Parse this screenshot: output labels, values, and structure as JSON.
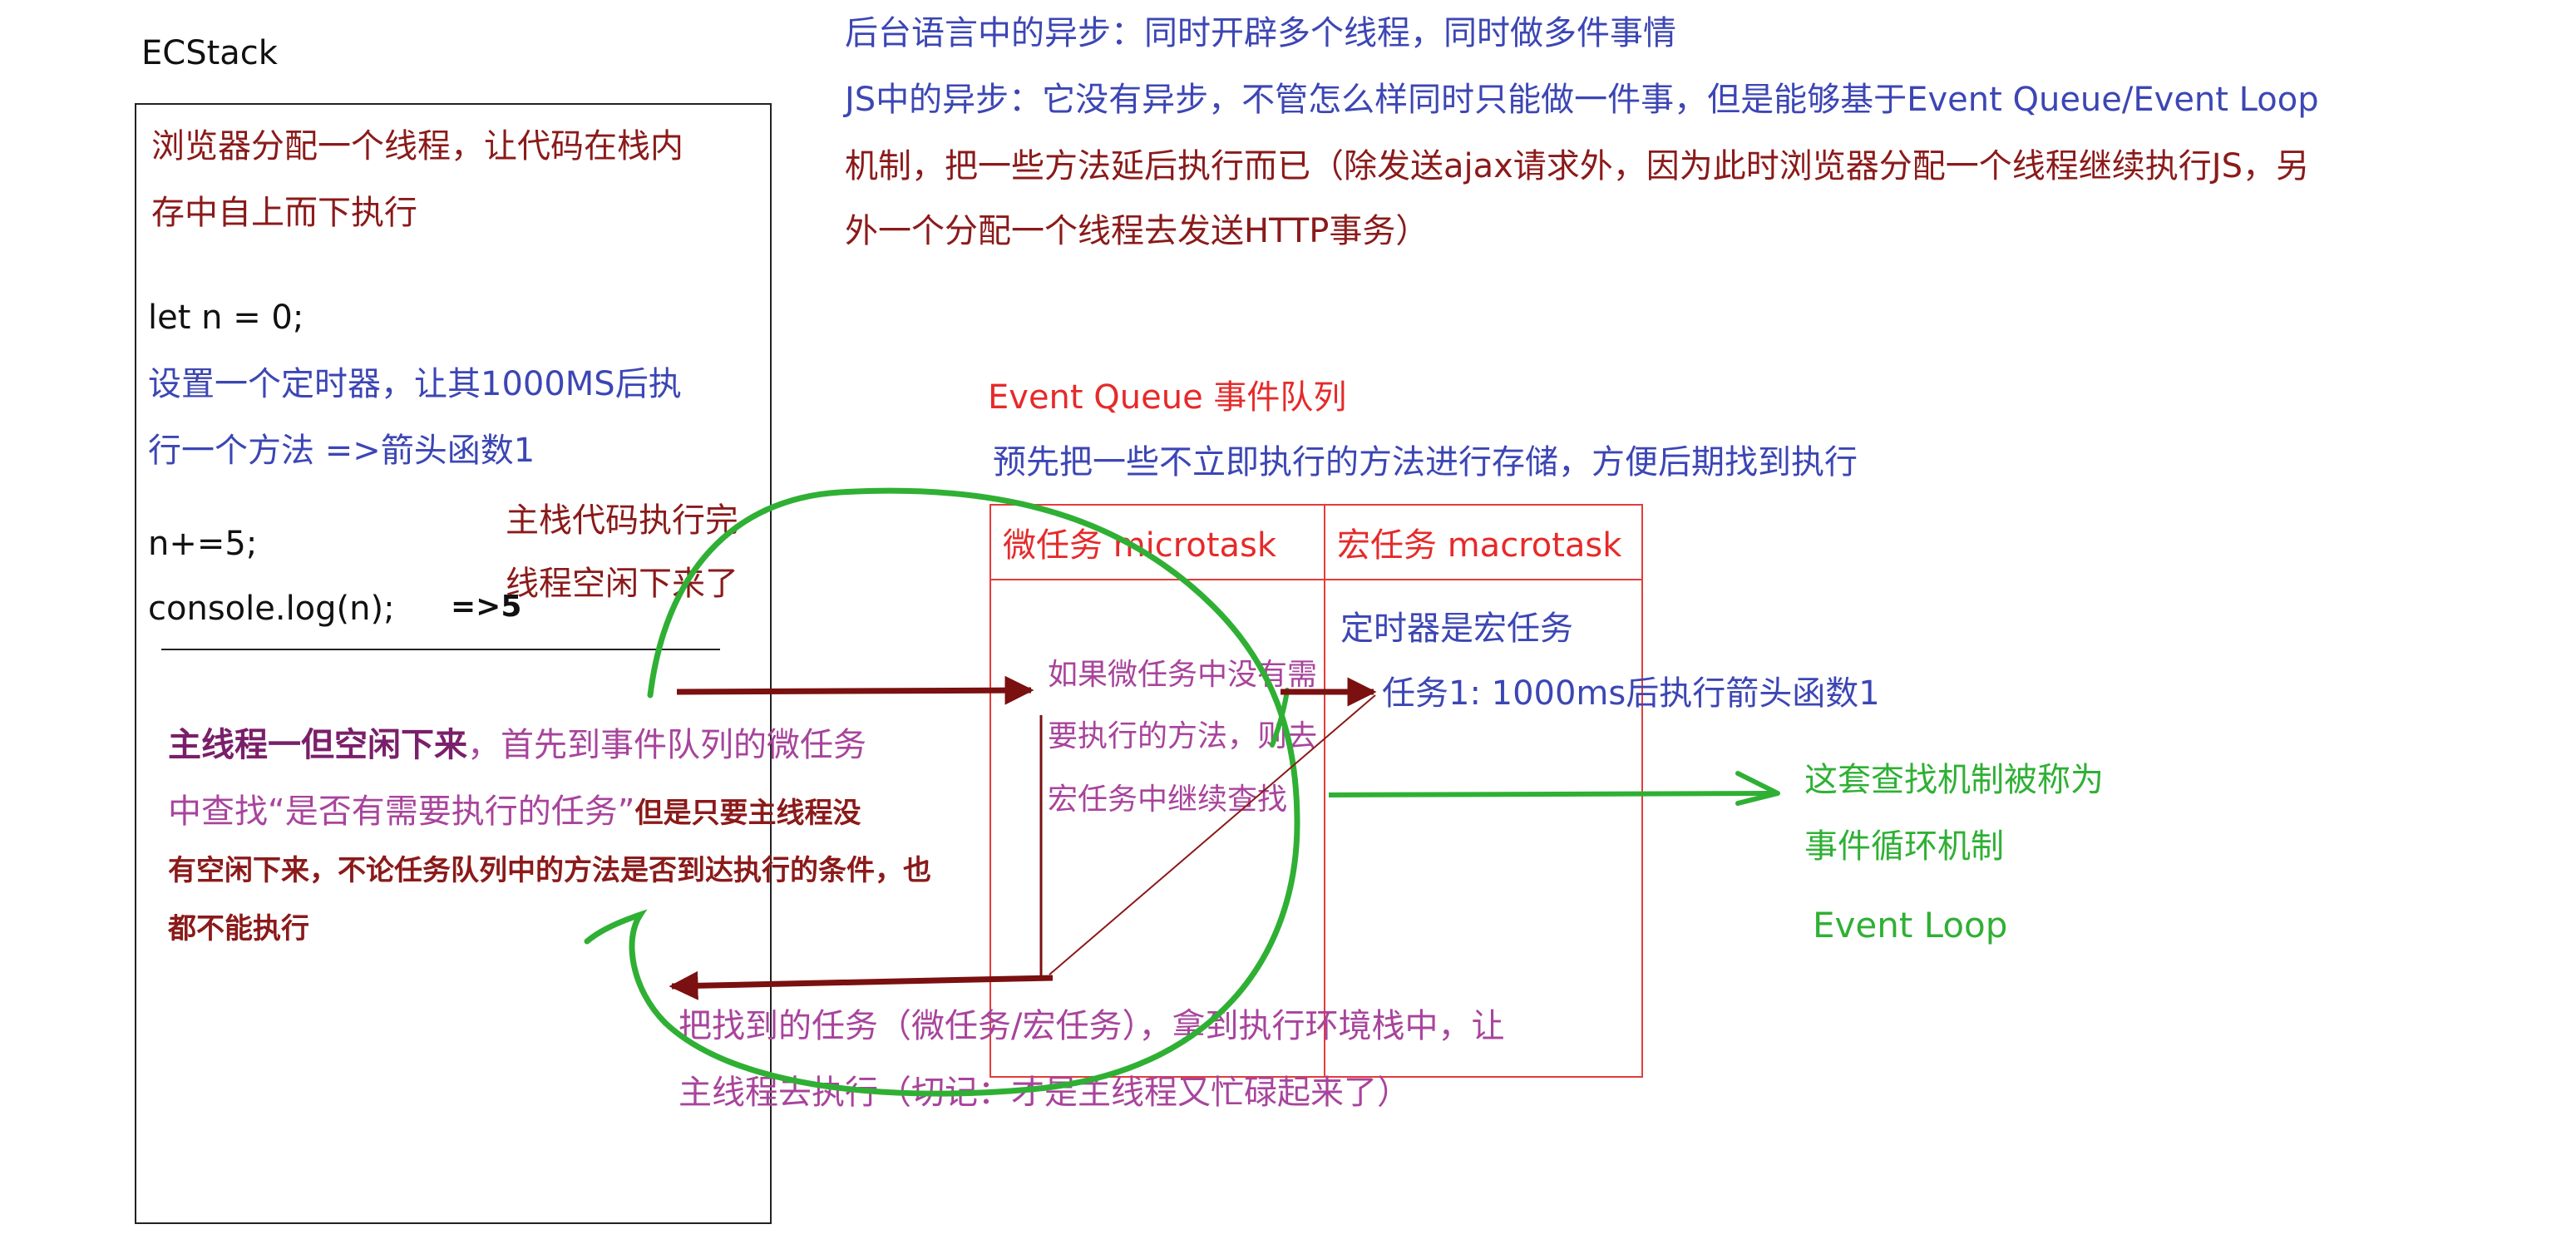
{
  "ecstack": {
    "title": "ECStack",
    "line1": "浏览器分配一个线程，让代码在栈内",
    "line2": "存中自上而下执行",
    "code1": "let n = 0;",
    "timer1": "设置一个定时器，让其1000MS后执",
    "timer2": "行一个方法  =>箭头函数1",
    "code2": "n+=5;",
    "code3": "console.log(n);",
    "output": "=>5"
  },
  "top_notes": {
    "line1": "后台语言中的异步：同时开辟多个线程，同时做多件事情",
    "line2": "JS中的异步：它没有异步，不管怎么样同时只能做一件事，但是能够基于Event Queue/Event Loop",
    "line3": "机制，把一些方法延后执行而已（除发送ajax请求外，因为此时浏览器分配一个线程继续执行JS，另",
    "line4": "外一个分配一个线程去发送HTTP事务）"
  },
  "queue": {
    "title": "Event Queue  事件队列",
    "subtitle": "预先把一些不立即执行的方法进行存储，方便后期找到执行",
    "micro_header": "微任务 microtask",
    "macro_header": "宏任务 macrotask",
    "micro_note1": "如果微任务中没有需",
    "micro_note2": "要执行的方法，则去",
    "micro_note3": "宏任务中继续查找",
    "macro_note": "定时器是宏任务",
    "macro_task": "任务1:  1000ms后执行箭头函数1"
  },
  "main_stack_done": {
    "line1": "主栈代码执行完",
    "line2": "线程空闲下来了"
  },
  "main_thread": {
    "line1_bold": "主线程一但空闲下来",
    "line1_rest": "，首先到事件队列的微任务",
    "line2_normal": "中查找“是否有需要执行的任务”",
    "line2_bold": "但是只要主线程没",
    "line3": "有空闲下来，不论任务队列中的方法是否到达执行的条件，也",
    "line4": "都不能执行"
  },
  "bottom_note": {
    "line1": "把找到的任务（微任务/宏任务），拿到执行环境栈中，让",
    "line2": "主线程去执行（切记：才是主线程又忙碌起来了）"
  },
  "event_loop": {
    "line1": "这套查找机制被称为",
    "line2": "事件循环机制",
    "line3": "Event Loop"
  },
  "colors": {
    "dark_red": "#8b1a1a",
    "blue": "#3c46b4",
    "red": "#e62a2a",
    "purple": "#a8449c",
    "green": "#2fb034",
    "arrow_maroon": "#7a1010"
  }
}
